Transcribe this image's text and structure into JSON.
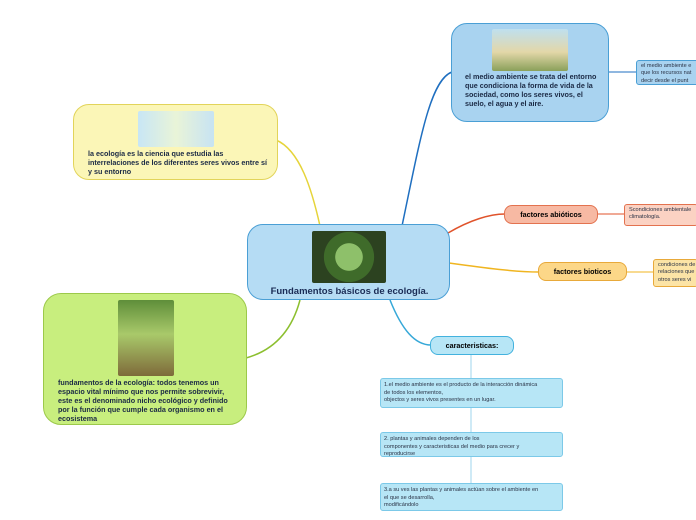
{
  "central": {
    "title": "Fundamentos básicos de ecología.",
    "image": "earth-plant-image"
  },
  "branches": {
    "ecologia": {
      "text": "la ecología es la ciencia que estudia las interrelaciones de los diferentes seres vivos entre sí y su entorno",
      "image": "hands-plant-globe-image",
      "color": "#fbf6b7"
    },
    "fundamentos": {
      "text": "fundamentos de la ecología: todos tenemos un espacio vital mínimo que nos permite sobrevivir, este es el denominado nicho ecológico y definido por la función que cumple cada organismo en el ecosistema",
      "image": "ecologia-book-cover-image",
      "color": "#c8ee7e"
    },
    "medio_ambiente": {
      "text": "el medio ambiente se trata del entorno que condiciona la forma de vida de la sociedad, como los seres vivos, el suelo, el agua y el aire.",
      "image": "floating-island-image",
      "color": "#a9d3f0",
      "detail_lines": [
        "el medio ambiente e",
        "que los recursos nat",
        "decir  desde el punt"
      ]
    },
    "abioticos": {
      "label": "factores abióticos",
      "color": "#f7b9a3",
      "detail_lines": [
        "Scondiciones ambientale",
        "climatología."
      ]
    },
    "bioticos": {
      "label": "factores bioticos",
      "color": "#fcd788",
      "detail_lines": [
        "condiciones de",
        "relaciones que",
        "otros seres vi"
      ]
    },
    "caracteristicas": {
      "label": "caracteristicas:",
      "color": "#b7e6f6",
      "items": [
        [
          "1.el medio ambiente es el producto de la interacción  dinámica",
          "de todos los elementos,",
          "objectos y seres vivos presentes en un lugar."
        ],
        [
          "2. plantas y animales dependen de los",
          "componentes y caracteristicas del medio para crecer y",
          "reproducirse"
        ],
        [
          "3.a su ves las plantas y animales actúan sobre el ambiente en",
          "el que se desarrolla,",
          " modificándolo"
        ]
      ]
    }
  },
  "link_colors": {
    "ecologia": "#e6d43a",
    "fundamentos": "#8cbf2f",
    "medio_ambiente": "#1f6fc0",
    "abioticos": "#e0532b",
    "bioticos": "#f0b520",
    "caracteristicas": "#36a8d8",
    "sub": "#9fd5ec"
  }
}
